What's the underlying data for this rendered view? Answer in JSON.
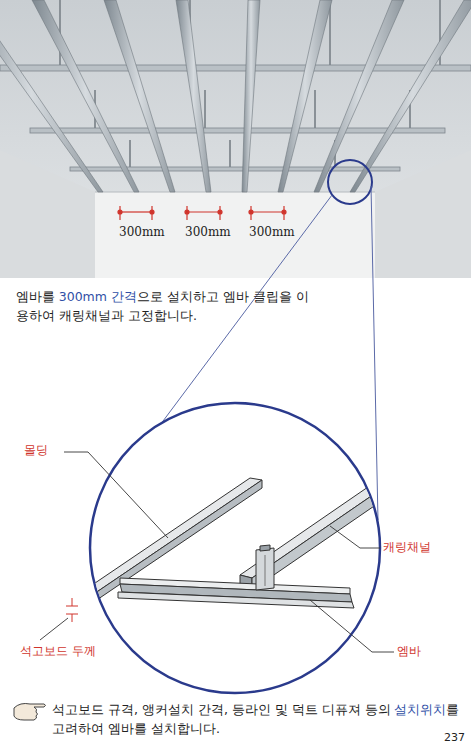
{
  "diagram": {
    "labels": [
      "300mm",
      "300mm",
      "300mm",
      "엠바를",
      "300mm 간격",
      "으로 설치하고 엠바 클립을 이용하여 캐링채널과 고정합니다.",
      "몰딩",
      "캐링채널",
      "석고보드 두께",
      "엠바",
      "석고보드 규격, 앵커설치 간격, 등라인 및 덕트 디퓨져 등의",
      "설치위치",
      "를 고려하여 엠바를 설치합니다.",
      "237"
    ]
  }
}
